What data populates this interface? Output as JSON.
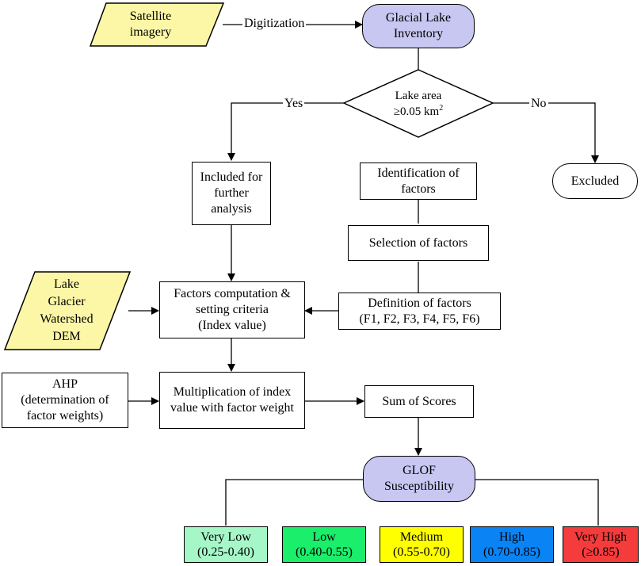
{
  "nodes": {
    "satellite": {
      "lines": [
        "Satellite",
        "imagery"
      ]
    },
    "inventory": {
      "lines": [
        "Glacial Lake",
        "Inventory"
      ]
    },
    "decision": {
      "line1": "Lake area",
      "line2": "≥0.05 km",
      "sup": "2"
    },
    "included": {
      "lines": [
        "Included for",
        "further",
        "analysis"
      ]
    },
    "excluded": {
      "text": "Excluded"
    },
    "identification": {
      "lines": [
        "Identification of",
        "factors"
      ]
    },
    "selection": {
      "text": "Selection of  factors"
    },
    "definition": {
      "lines": [
        "Definition of factors",
        "(F1, F2, F3, F4, F5, F6)"
      ]
    },
    "inputs": {
      "lines": [
        "Lake",
        "Glacier",
        "Watershed",
        "DEM"
      ]
    },
    "computation": {
      "lines": [
        "Factors computation &",
        "setting criteria",
        "(Index value)"
      ]
    },
    "ahp": {
      "lines": [
        "AHP",
        "(determination of",
        "factor weights)"
      ]
    },
    "multiplication": {
      "lines": [
        "Multiplication of index",
        "value with factor weight"
      ]
    },
    "sum": {
      "text": "Sum of Scores"
    },
    "glof": {
      "lines": [
        "GLOF",
        "Susceptibility"
      ]
    }
  },
  "edge_labels": {
    "digitization": "Digitization",
    "yes": "Yes",
    "no": "No"
  },
  "categories": [
    {
      "label": "Very Low",
      "range": "(0.25-0.40)",
      "color": "#a6f7c8"
    },
    {
      "label": "Low",
      "range": "(0.40-0.55)",
      "color": "#1aee6b"
    },
    {
      "label": "Medium",
      "range": "(0.55-0.70)",
      "color": "#ffff00"
    },
    {
      "label": "High",
      "range": "(0.70-0.85)",
      "color": "#0a84f5"
    },
    {
      "label": "Very High",
      "range": "(≥0.85)",
      "color": "#f53b3b"
    }
  ],
  "colors": {
    "data_input": "#fcf7a6",
    "terminal": "#c7c7f2"
  }
}
